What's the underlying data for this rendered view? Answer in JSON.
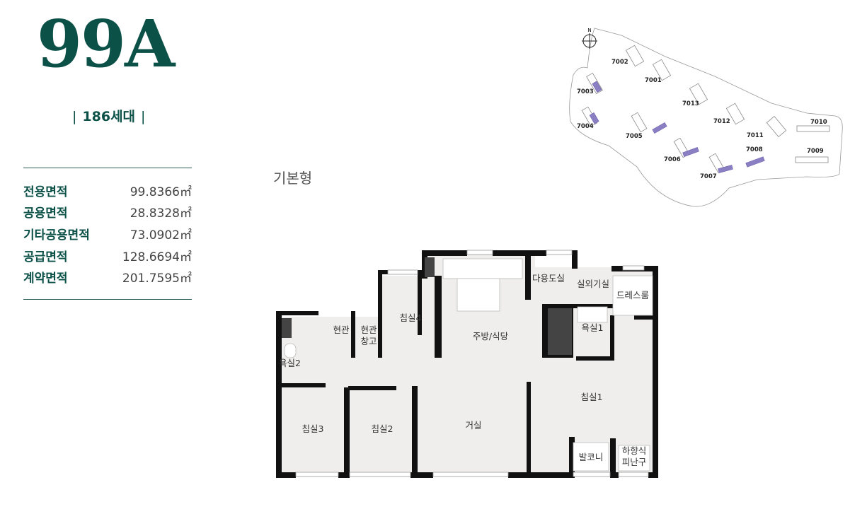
{
  "header": {
    "type_name": "99A",
    "unit_count": "186세대"
  },
  "areas": [
    {
      "label": "전용면적",
      "value": "99.8366㎡"
    },
    {
      "label": "공용면적",
      "value": "28.8328㎡"
    },
    {
      "label": "기타공용면적",
      "value": "73.0902㎡"
    },
    {
      "label": "공급면적",
      "value": "128.6694㎡"
    },
    {
      "label": "계약면적",
      "value": "201.7595㎡"
    }
  ],
  "plan_type": "기본형",
  "site_map": {
    "north": "N",
    "buildings": [
      "7002",
      "7001",
      "7003",
      "7013",
      "7012",
      "7004",
      "7005",
      "7011",
      "7010",
      "7006",
      "7008",
      "7009",
      "7007"
    ]
  },
  "rooms": {
    "multi_room": "다용도실",
    "outdoor_unit": "실외기실",
    "dress_room": "드레스룸",
    "bedroom4": "침실4",
    "entrance": "현관",
    "entrance_storage_1": "현관",
    "entrance_storage_2": "창고",
    "kitchen": "주방/식당",
    "bath1": "욕실1",
    "bath2": "욕실2",
    "bedroom1": "침실1",
    "bedroom3": "침실3",
    "bedroom2": "침실2",
    "living": "거실",
    "balcony": "발코니",
    "escape_1": "하향식",
    "escape_2": "피난구"
  },
  "colors": {
    "accent": "#0c5148",
    "highlight": "#8b7fc4"
  }
}
